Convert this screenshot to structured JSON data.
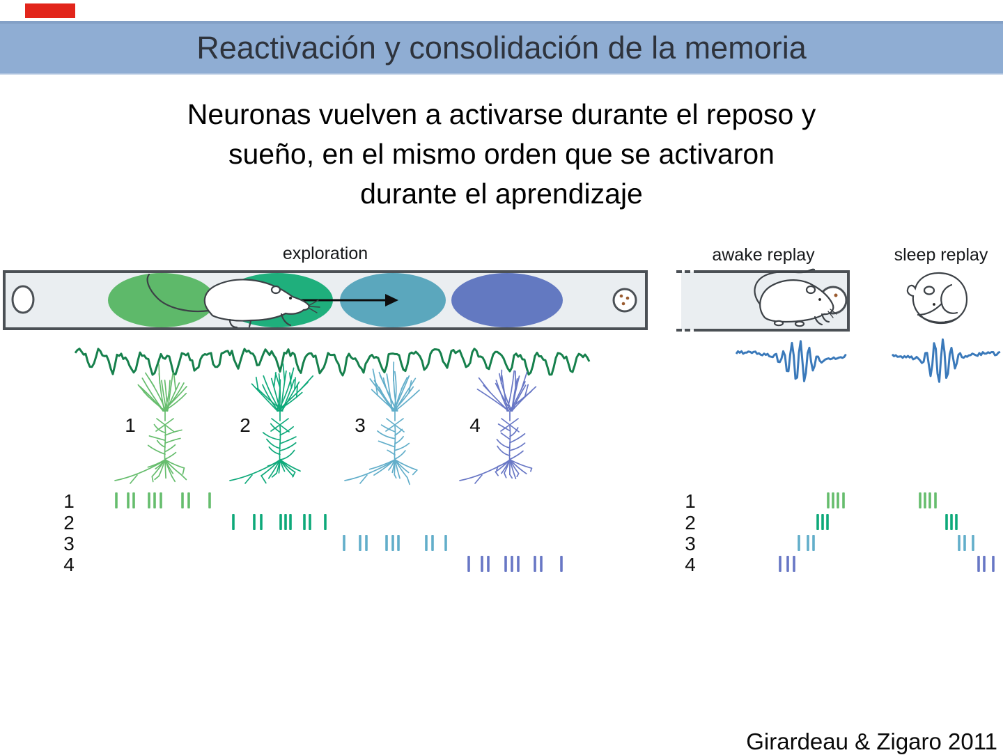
{
  "slide": {
    "title": "Reactivación y consolidación de la memoria",
    "subtitle_lines": [
      "Neuronas vuelven a activarse durante el reposo y",
      "sueño, en el mismo orden que se activaron",
      "durante el aprendizaje"
    ],
    "citation": "Girardeau & Zigaro 2011"
  },
  "colors": {
    "accent_red": "#e2251b",
    "header_bar": "#8fadd3",
    "title_text": "#2e333c",
    "track_fill": "#eaeef1",
    "track_border": "#4b5055",
    "theta_trace": "#16804c",
    "ripple_trace": "#3a79ba",
    "rat_outline": "#3c4146",
    "well_dots": "#9a5b2f",
    "place_fields": [
      "#5eb96a",
      "#1faf7c",
      "#5ba7bd",
      "#6379c1"
    ],
    "neurons": [
      "#66bd6d",
      "#0ea97a",
      "#62aeca",
      "#6877c5"
    ]
  },
  "figure": {
    "labels": {
      "exploration": "exploration",
      "awake": "awake replay",
      "sleep": "sleep replay"
    },
    "neuron_labels": [
      "1",
      "2",
      "3",
      "4"
    ],
    "raster_row_labels_left": [
      "1",
      "2",
      "3",
      "4"
    ],
    "raster_row_labels_right": [
      "1",
      "2",
      "3",
      "4"
    ],
    "raster": {
      "exploration": [
        [
          167,
          184,
          192,
          214,
          222,
          231,
          262,
          271,
          301
        ],
        [
          335,
          365,
          375,
          403,
          410,
          417,
          437,
          445,
          467
        ],
        [
          494,
          517,
          526,
          555,
          564,
          572,
          612,
          621,
          640
        ],
        [
          673,
          692,
          701,
          726,
          735,
          744,
          768,
          777,
          806
        ]
      ],
      "awake": [
        [
          1189,
          1196,
          1203,
          1211
        ],
        [
          1174,
          1181,
          1188
        ],
        [
          1147,
          1160,
          1168
        ],
        [
          1120,
          1131,
          1140
        ]
      ],
      "sleep": [
        [
          1321,
          1328,
          1335,
          1343
        ],
        [
          1359,
          1366,
          1373
        ],
        [
          1377,
          1385,
          1397
        ],
        [
          1405,
          1413,
          1426
        ]
      ]
    }
  }
}
